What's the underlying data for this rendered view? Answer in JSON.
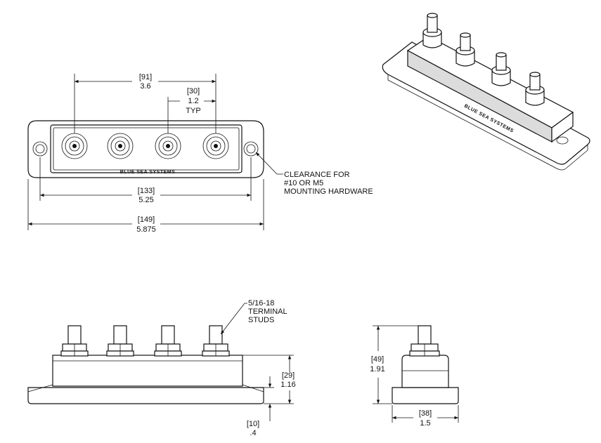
{
  "top_view": {
    "dim_overall": {
      "mm": "[149]",
      "in": "5.875"
    },
    "dim_mount": {
      "mm": "[133]",
      "in": "5.25"
    },
    "dim_stud_span": {
      "mm": "[91]",
      "in": "3.6"
    },
    "dim_pitch": {
      "mm": "[30]",
      "in": "1.2",
      "note": "TYP"
    },
    "clearance_note": [
      "CLEARANCE FOR",
      "#10 OR M5",
      "MOUNTING HARDWARE"
    ],
    "brand_text": "BLUE SEA SYSTEMS"
  },
  "front_view": {
    "stud_note": [
      "5/16-18",
      "TERMINAL",
      "STUDS"
    ],
    "dim_body_height": {
      "mm": "[29]",
      "in": "1.16"
    },
    "dim_base_height": {
      "mm": "[10]",
      "in": ".4"
    }
  },
  "side_view": {
    "dim_total_height": {
      "mm": "[49]",
      "in": "1.91"
    },
    "dim_width": {
      "mm": "[38]",
      "in": "1.5"
    }
  },
  "iso_view": {
    "brand_text": "BLUE SEA SYSTEMS"
  }
}
